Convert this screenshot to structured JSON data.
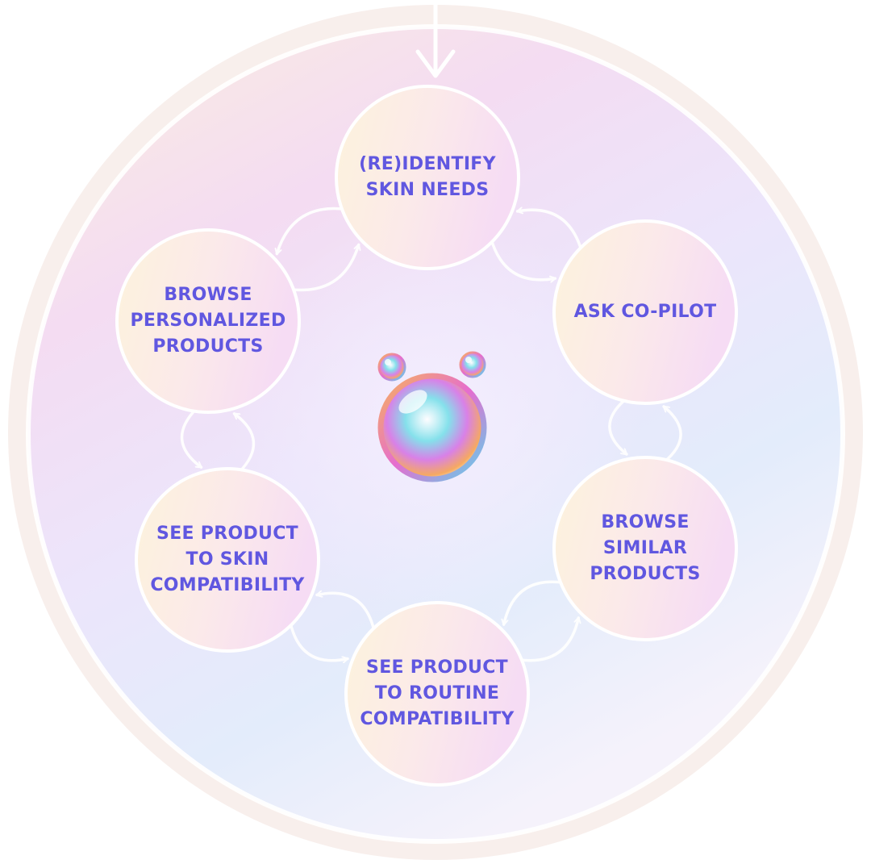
{
  "diagram": {
    "type": "cycle",
    "nodes": [
      {
        "id": "identify",
        "label": "(RE)IDENTIFY\nSKIN NEEDS"
      },
      {
        "id": "copilot",
        "label": "ASK CO-PILOT"
      },
      {
        "id": "similar",
        "label": "BROWSE\nSIMILAR\nPRODUCTS"
      },
      {
        "id": "routine",
        "label": "SEE PRODUCT\nTO ROUTINE\nCOMPATIBILITY"
      },
      {
        "id": "skin",
        "label": "SEE PRODUCT\nTO SKIN\nCOMPATIBILITY"
      },
      {
        "id": "personalized",
        "label": "BROWSE\nPERSONALIZED\nPRODUCTS"
      }
    ],
    "edges": [
      {
        "from": "identify",
        "to": "copilot"
      },
      {
        "from": "copilot",
        "to": "identify"
      },
      {
        "from": "copilot",
        "to": "similar"
      },
      {
        "from": "similar",
        "to": "copilot"
      },
      {
        "from": "similar",
        "to": "routine"
      },
      {
        "from": "routine",
        "to": "similar"
      },
      {
        "from": "routine",
        "to": "skin"
      },
      {
        "from": "skin",
        "to": "routine"
      },
      {
        "from": "skin",
        "to": "personalized"
      },
      {
        "from": "personalized",
        "to": "skin"
      },
      {
        "from": "personalized",
        "to": "identify"
      },
      {
        "from": "identify",
        "to": "personalized"
      }
    ],
    "entry": "identify",
    "center_icon": "bubble-icon",
    "colors": {
      "label": "#6057e0",
      "outer_ring": "#f6ece8",
      "node_fill_warm": "#fdf1dd",
      "node_fill_pink": "#f7dff2",
      "arrow": "#ffffff"
    }
  }
}
